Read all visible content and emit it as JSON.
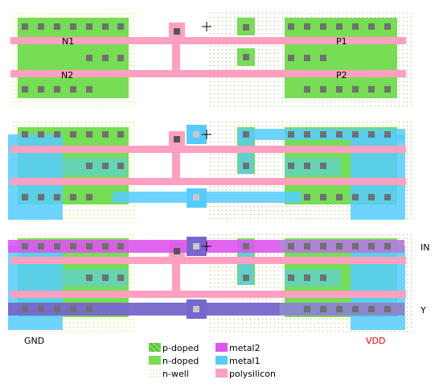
{
  "device_labels": {
    "n1": "N1",
    "n2": "N2",
    "p1": "P1",
    "p2": "P2"
  },
  "rail_labels": {
    "gnd": "GND",
    "vdd": "VDD"
  },
  "pin_labels": {
    "in": "IN",
    "y": "Y"
  },
  "legend": [
    {
      "label": "p-doped",
      "swatch": "p-doped"
    },
    {
      "label": "n-doped",
      "swatch": "n-doped"
    },
    {
      "label": "n-well",
      "swatch": "n-well"
    },
    {
      "label": "metal2",
      "swatch": "metal2"
    },
    {
      "label": "metal1",
      "swatch": "metal1"
    },
    {
      "label": "polysilicon",
      "swatch": "polysilicon"
    }
  ],
  "colors": {
    "diffusion": "#77dd55",
    "poly": "#ffa0c0",
    "metal1": "#55ccff",
    "metal2": "#dd55ee",
    "contact": "#707070",
    "nwell_dot": "#b0b050",
    "nwell_dot_yellow": "#dddd00",
    "vdd_text": "#ff0000"
  }
}
